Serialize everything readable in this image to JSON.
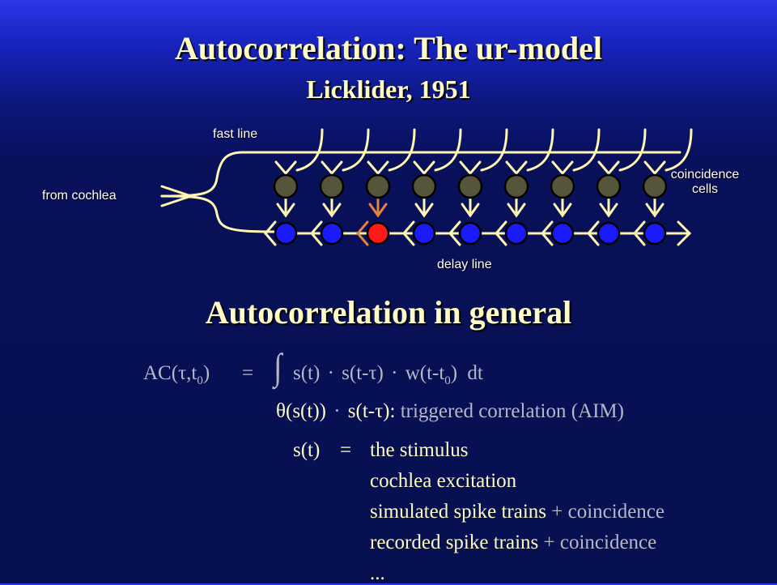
{
  "titles": {
    "main": "Autocorrelation: The ur-model",
    "sub": "Licklider, 1951",
    "section": "Autocorrelation in general"
  },
  "diagram": {
    "fast_line": "fast line",
    "from_cochlea": "from cochlea",
    "coincidence_line1": "coincidence",
    "coincidence_line2": "cells",
    "delay_line": "delay line",
    "colors": {
      "line": "#fff6b0",
      "coincidence_cell": "#55553c",
      "delay_node": "#1a1aff",
      "highlight_node": "#ff1a1a",
      "highlight_wire": "#e8823c"
    }
  },
  "formula": {
    "lhs_prefix": "AC(",
    "tau": "τ",
    "lhs_t": ",t",
    "lhs_sub": "0",
    "lhs_close": ")",
    "equals": "=",
    "integral": "∫",
    "s_t": "s(t)",
    "dot": "·",
    "s_t_tau_open": "s(t-",
    "s_t_tau_close": ")",
    "w_open": "w(t-t",
    "w_sub": "0",
    "w_close": ")",
    "dt": "dt"
  },
  "triggered": {
    "theta": "θ(",
    "s_t": "s(t)",
    "theta_close": ")",
    "dot": "·",
    "s_open": "s(t-",
    "tau": "τ",
    "s_close": "):",
    "text": "triggered correlation (AIM)"
  },
  "stimulus": {
    "lhs": "s(t)",
    "equals": "=",
    "items": [
      {
        "text": "the stimulus",
        "extra": ""
      },
      {
        "text": "cochlea excitation",
        "extra": ""
      },
      {
        "text": "simulated spike trains",
        "extra": " + coincidence"
      },
      {
        "text": "recorded spike trains",
        "extra": " + coincidence"
      },
      {
        "text": "...",
        "extra": ""
      }
    ]
  }
}
